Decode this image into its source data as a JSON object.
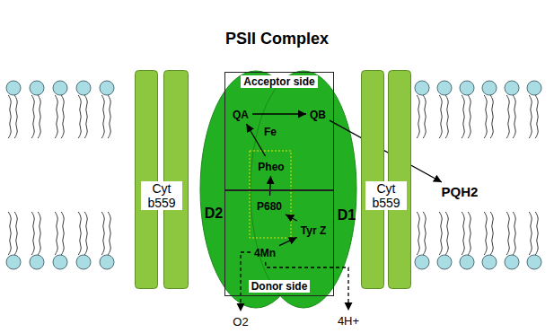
{
  "diagram": {
    "title": "PSII Complex",
    "nodes": [
      {
        "text": [
          "Cyt b559"
        ]
      },
      {
        "text": [
          "Acceptor side"
        ]
      },
      {
        "text": [
          "QA"
        ],
        "in": 1
      },
      {
        "text": [
          "Fe"
        ],
        "in": 1
      },
      {
        "text": [
          "QB"
        ],
        "in": 1
      },
      {
        "text": [
          "Pheo"
        ],
        "in": 1
      },
      {
        "text": [
          "Donor side"
        ]
      },
      {
        "text": [
          "P680"
        ],
        "in": 6
      },
      {
        "text": [
          "Tyr Z"
        ],
        "in": 6
      },
      {
        "text": [
          "4Mn"
        ],
        "in": 6
      },
      {
        "text": [
          "D2"
        ]
      },
      {
        "text": [
          "D1"
        ]
      },
      {
        "text": [
          "Cyt b559"
        ]
      },
      {
        "text": [
          "PQH2"
        ]
      },
      {
        "text": [
          "O2"
        ]
      },
      {
        "text": [
          "4H+"
        ]
      }
    ],
    "edges": [
      {
        "from": 2,
        "to": 4,
        "arrow": "to"
      },
      {
        "from": 5,
        "to": 2,
        "arrow": "to"
      },
      {
        "from": 7,
        "to": 5,
        "arrow": "to"
      },
      {
        "from": 8,
        "to": 7,
        "arrow": "to"
      },
      {
        "from": 9,
        "to": 8,
        "arrow": "to"
      },
      {
        "from": 4,
        "to": 13,
        "arrow": "to"
      },
      {
        "from": 9,
        "to": 14,
        "arrow": "to"
      },
      {
        "from": 9,
        "to": 15,
        "arrow": "to"
      }
    ]
  }
}
